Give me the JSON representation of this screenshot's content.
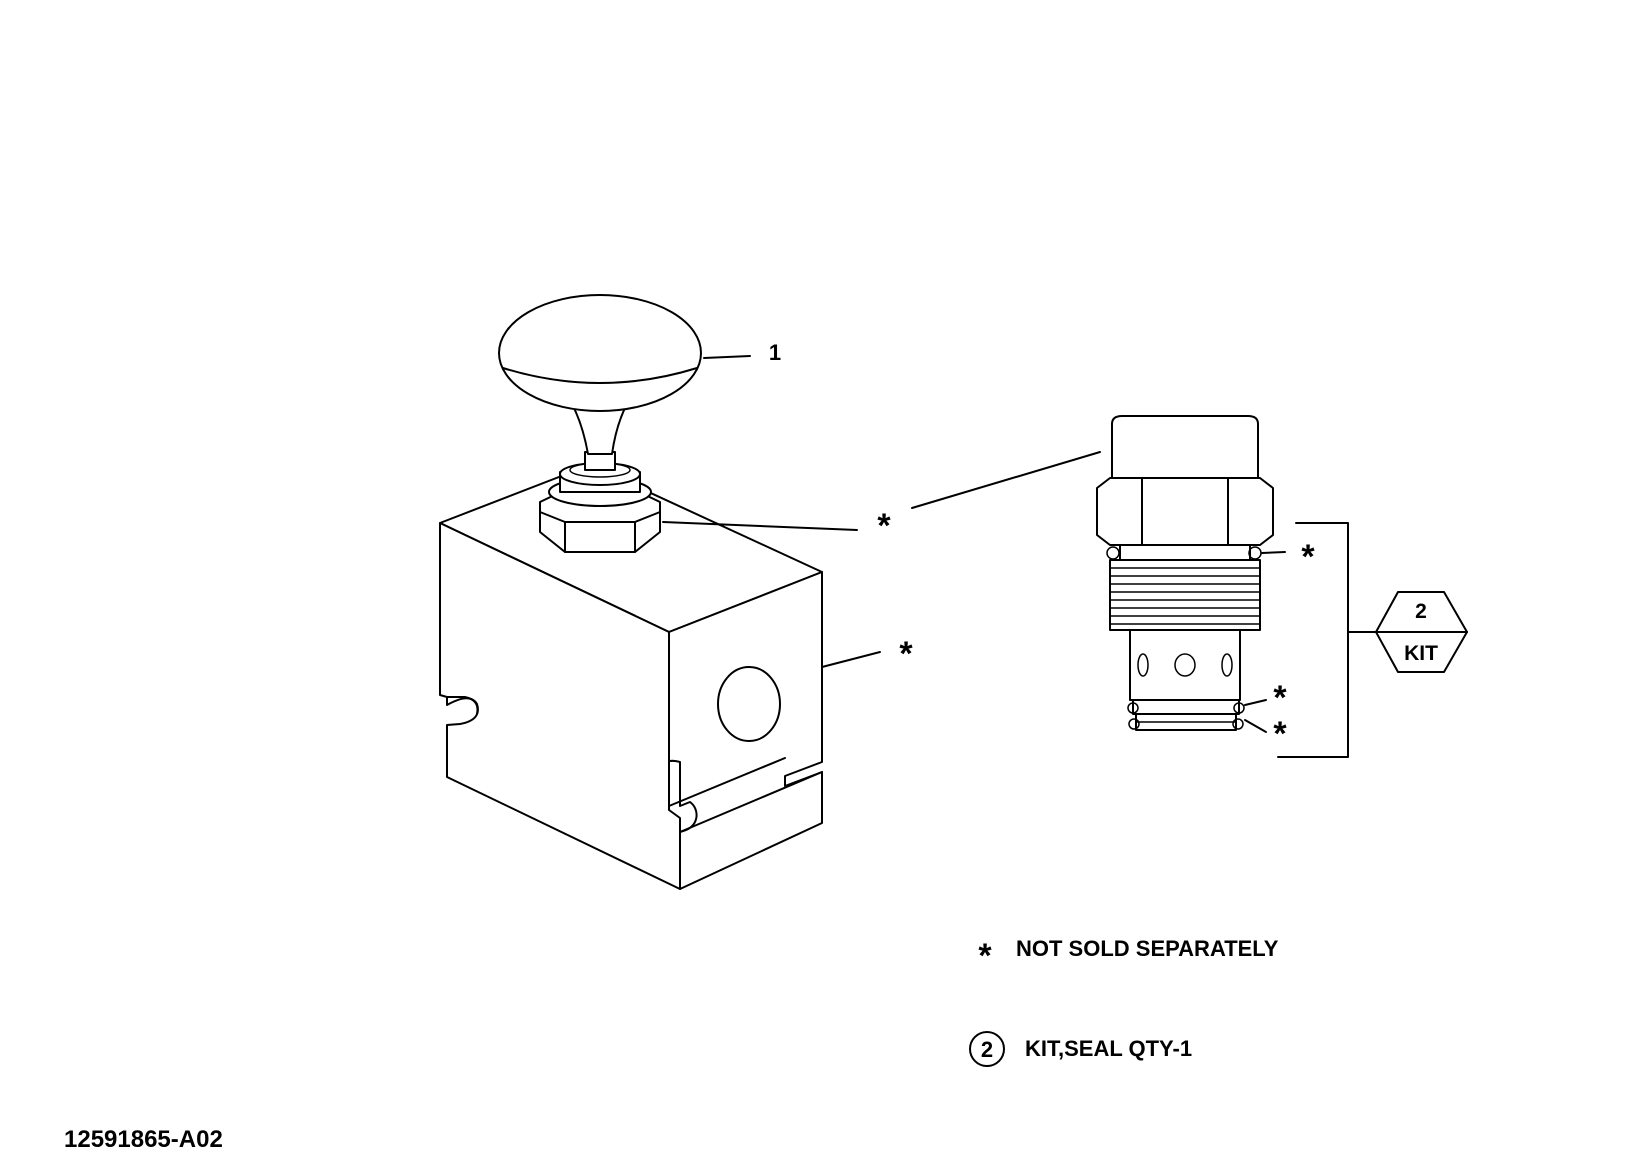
{
  "callouts": {
    "knob_number": "1",
    "not_sold_mark": "*"
  },
  "kit_badge": {
    "number": "2",
    "label": "KIT"
  },
  "legend": {
    "asterisk_symbol": "*",
    "asterisk_text": "NOT SOLD SEPARATELY",
    "kit_number": "2",
    "kit_text": "KIT,SEAL QTY-1"
  },
  "document_id": "12591865-A02",
  "colors": {
    "ink": "#000000",
    "paper": "#ffffff"
  }
}
